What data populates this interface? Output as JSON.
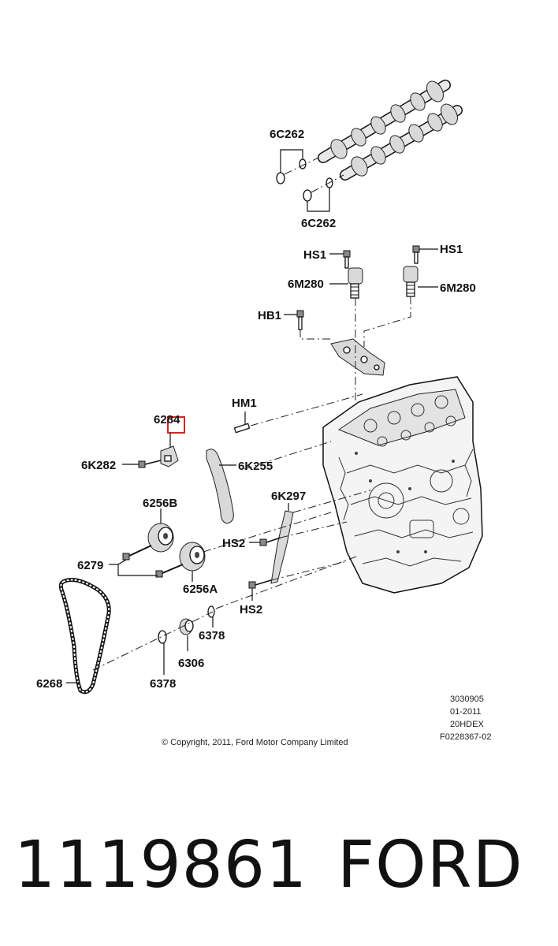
{
  "labels": {
    "cam_ring_top": "6C262",
    "cam_ring_bottom": "6C262",
    "hs1_left": "HS1",
    "hs1_right": "HS1",
    "solenoid_left": "6M280",
    "solenoid_right": "6M280",
    "hb1": "HB1",
    "hm1": "HM1",
    "tensioner": "6284",
    "tensioner_bolt": "6K282",
    "tensioner_arm": "6K255",
    "guide": "6K297",
    "sprocket_b": "6256B",
    "sprocket_a": "6256A",
    "hs2_upper": "HS2",
    "hs2_lower": "HS2",
    "sprocket_bolts": "6279",
    "chain": "6268",
    "crank_ring_right": "6378",
    "crank_ring_left": "6378",
    "crank_sprocket": "6306"
  },
  "meta": {
    "code_1": "3030905",
    "code_2": "01-2011",
    "code_3": "20HDEX",
    "code_4": "F0228367-02",
    "copyright": "© Copyright, 2011, Ford Motor Company Limited"
  },
  "caption": {
    "part_number": "1119861",
    "brand": "FORD"
  },
  "colors": {
    "highlight": "#e02020",
    "line": "#111111"
  }
}
